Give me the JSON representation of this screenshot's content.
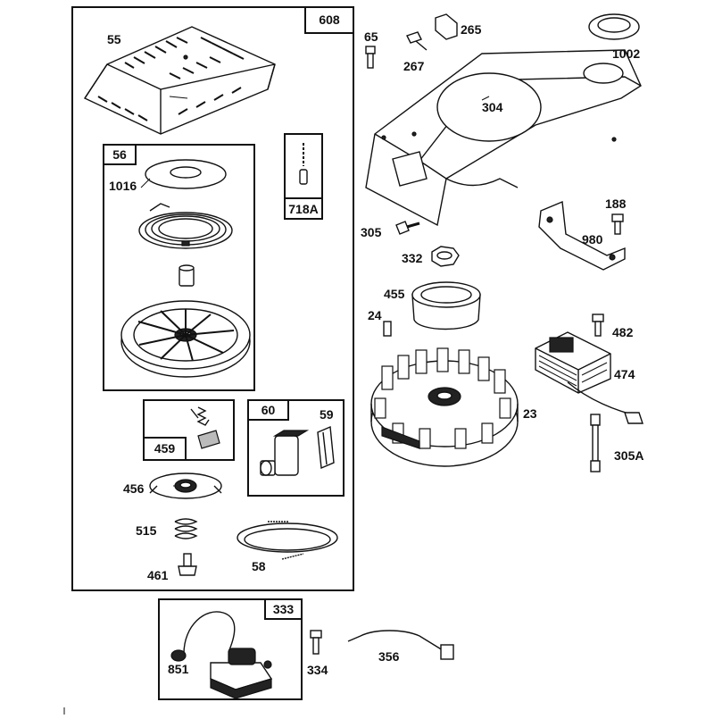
{
  "group_labels": {
    "kit_608": "608",
    "kit_56": "56",
    "kit_718a": "718A",
    "kit_459": "459",
    "kit_60": "60",
    "kit_333": "333"
  },
  "part_labels": {
    "p55": "55",
    "p1016": "1016",
    "p59": "59",
    "p456": "456",
    "p515": "515",
    "p461": "461",
    "p58": "58",
    "p65": "65",
    "p265": "265",
    "p267": "267",
    "p1002": "1002",
    "p304": "304",
    "p188": "188",
    "p305": "305",
    "p980": "980",
    "p332": "332",
    "p455": "455",
    "p24": "24",
    "p482": "482",
    "p474": "474",
    "p23": "23",
    "p305a": "305A",
    "p851": "851",
    "p334": "334",
    "p356": "356"
  }
}
